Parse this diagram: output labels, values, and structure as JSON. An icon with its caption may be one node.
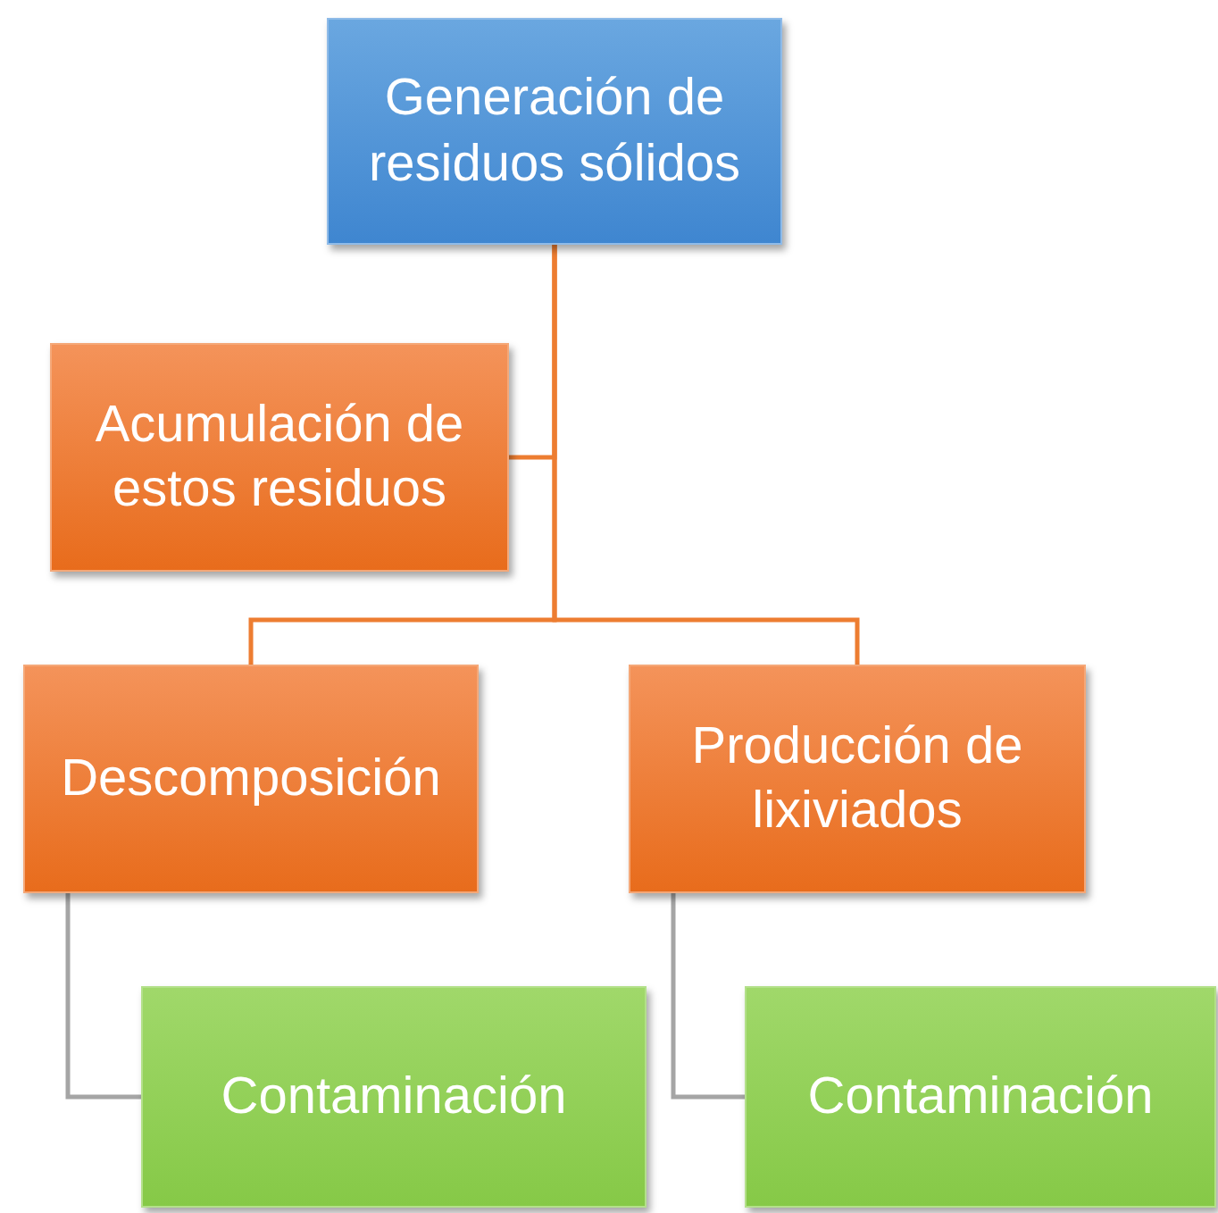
{
  "diagram": {
    "nodes": [
      {
        "text": [
          "Generación de residuos sólidos"
        ]
      },
      {
        "text": [
          "Acumulación de estos residuos"
        ]
      },
      {
        "text": [
          "Descomposición"
        ]
      },
      {
        "text": [
          "Producción de lixiviados"
        ]
      },
      {
        "text": [
          "Contaminación"
        ]
      },
      {
        "text": [
          "Contaminación"
        ]
      }
    ],
    "edges": [
      {
        "from": 0,
        "to": 1,
        "arrow": "none"
      },
      {
        "from": 0,
        "to": 2,
        "arrow": "none"
      },
      {
        "from": 0,
        "to": 3,
        "arrow": "none"
      },
      {
        "from": 2,
        "to": 4,
        "arrow": "none",
        "color": "#a5a5a5"
      },
      {
        "from": 3,
        "to": 5,
        "arrow": "none",
        "color": "#a5a5a5"
      }
    ]
  }
}
